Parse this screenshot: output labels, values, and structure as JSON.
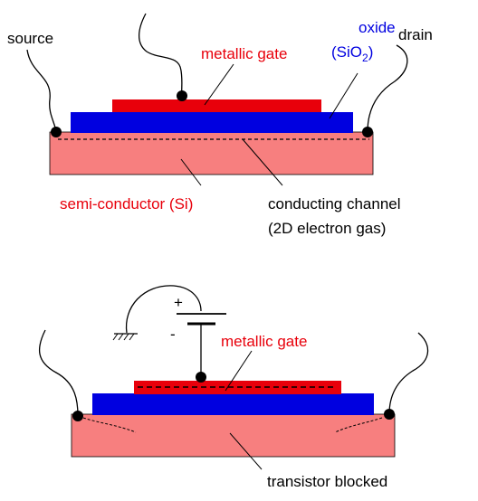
{
  "top_diagram": {
    "source_label": "source",
    "drain_label": "drain",
    "oxide_label": "oxide",
    "oxide_formula_base": "(SiO",
    "oxide_formula_sub": "2",
    "oxide_formula_end": ")",
    "gate_label": "metallic gate",
    "semiconductor_label": "semi-conductor (Si)",
    "channel_label_line1": "conducting channel",
    "channel_label_line2": "(2D electron gas)"
  },
  "bottom_diagram": {
    "plus_label": "+",
    "minus_label": "-",
    "gate_label": "metallic gate",
    "blocked_label": "transistor blocked"
  },
  "colors": {
    "gate": "#e8000b",
    "oxide": "#0000e0",
    "substrate": "#f77f7f",
    "label_red": "#e8000b",
    "label_blue": "#0000e0"
  }
}
